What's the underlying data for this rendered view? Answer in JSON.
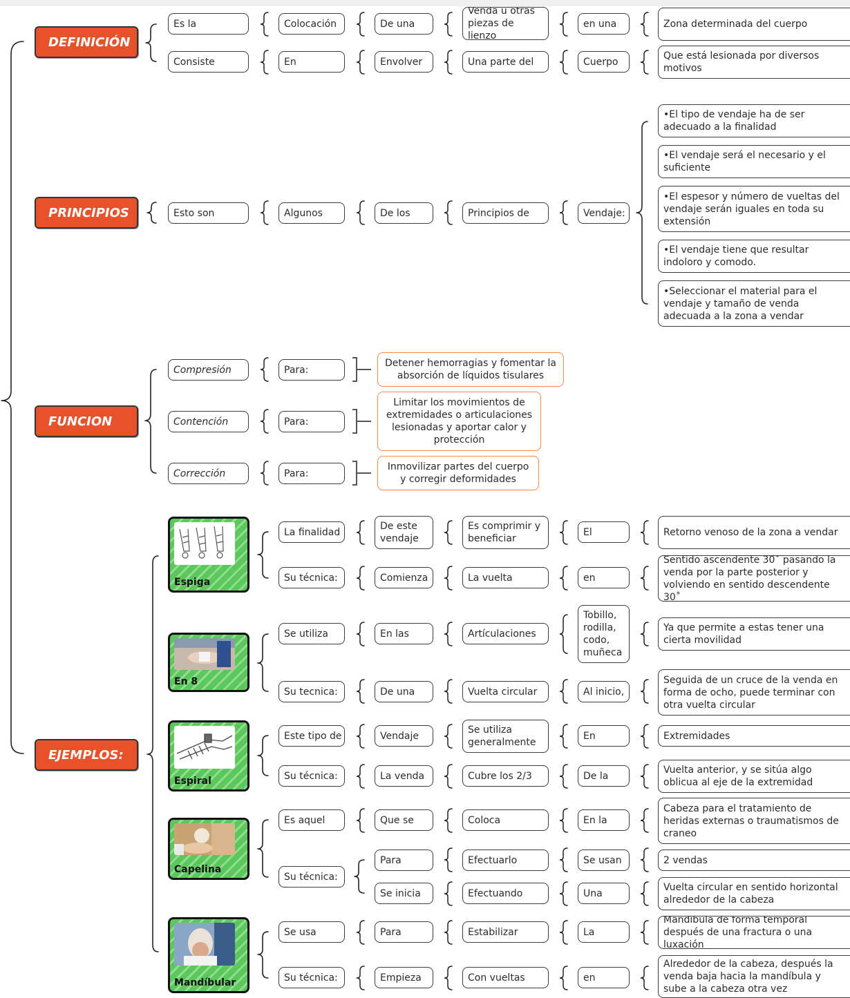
{
  "colors": {
    "header_bg": "#e8522a",
    "example_bg": "#5ac85a",
    "function_border": "#f2894e",
    "line": "#222222"
  },
  "sections": {
    "definicion": {
      "title": "DEFINICIÓN",
      "row1": [
        "Es la",
        "Colocación",
        "De una",
        "Venda u otras piezas de lienzo",
        "en una",
        "Zona determinada del cuerpo"
      ],
      "row2": [
        "Consiste",
        "En",
        "Envolver",
        "Una parte del",
        "Cuerpo",
        "Que está lesionada por diversos motivos"
      ]
    },
    "principios": {
      "title": "PRINCIPIOS",
      "chain": [
        "Esto son",
        "Algunos",
        "De los",
        "Principios de",
        "Vendaje:"
      ],
      "items": [
        "•El tipo de vendaje ha de ser adecuado a la finalidad",
        "•El vendaje será el necesario y el suficiente",
        "•El espesor y número de vueltas del vendaje serán iguales en toda su extensión",
        "•El vendaje tiene que resultar indoloro y comodo.",
        "•Seleccionar el material para el vendaje y tamaño de venda adecuada a la zona a vendar"
      ]
    },
    "funcion": {
      "title": "FUNCION",
      "rows": [
        {
          "name": "Compresión",
          "para": "Para:",
          "desc": "Detener hemorragias y fomentar la absorción de líquidos tisulares"
        },
        {
          "name": "Contención",
          "para": "Para:",
          "desc": "Limitar los movimientos de extremidades o articulaciones lesionadas y aportar calor y protección"
        },
        {
          "name": "Corrección",
          "para": "Para:",
          "desc": "Inmovilizar partes del cuerpo y corregir deformidades"
        }
      ]
    },
    "ejemplos": {
      "title": "EJEMPLOS:",
      "examples": [
        {
          "label": "Espiga",
          "row1": [
            "La finalidad",
            "De este vendaje",
            "Es comprimir y beneficiar",
            "El",
            "Retorno venoso de la zona a vendar"
          ],
          "row2": [
            "Su técnica:",
            "Comienza",
            "La vuelta",
            "en",
            "Sentido ascendente 30˚ pasando la venda por la parte posterior y volviendo en sentido descendente 30˚"
          ]
        },
        {
          "label": "En 8",
          "row1": [
            "Se utiliza",
            "En las",
            "Artículaciones",
            "Tobillo, rodilla, codo, muñeca",
            "Ya que permite a estas tener una cierta movilidad"
          ],
          "row2": [
            "Su tecnica:",
            "De una",
            "Vuelta circular",
            "Al inicio,",
            "Seguida de un cruce de la venda en forma de ocho, puede terminar con otra vuelta circular"
          ]
        },
        {
          "label": "Espiral",
          "row1": [
            "Este tipo de",
            "Vendaje",
            "Se utiliza generalmente",
            "En",
            "Extremidades"
          ],
          "row2": [
            "Su técnica:",
            "La venda",
            "Cubre los 2/3",
            "De la",
            "Vuelta anterior, y se sitúa algo oblicua al eje de la extremidad"
          ]
        },
        {
          "label": "Capelina",
          "row1": [
            "Es aquel",
            "Que se",
            "Coloca",
            "En la",
            "Cabeza para el tratamiento de heridas externas o traumatismos de craneo"
          ],
          "row2": [
            "Su técnica:"
          ],
          "row2a": [
            "Para",
            "Efectuarlo",
            "Se usan",
            "2 vendas"
          ],
          "row2b": [
            "Se inicia",
            "Efectuando",
            "Una",
            "Vuelta circular en sentido horizontal alrededor de la cabeza"
          ]
        },
        {
          "label": "Mandíbular",
          "row1": [
            "Se usa",
            "Para",
            "Estabilizar",
            "La",
            "Mandíbula de forma temporal después de una fractura o una luxación"
          ],
          "row2": [
            "Su técnica:",
            "Empieza",
            "Con vueltas",
            "en",
            "Alrededor de la cabeza, después la venda baja hacia la mandíbula y sube a la cabeza otra vez"
          ]
        }
      ]
    }
  }
}
